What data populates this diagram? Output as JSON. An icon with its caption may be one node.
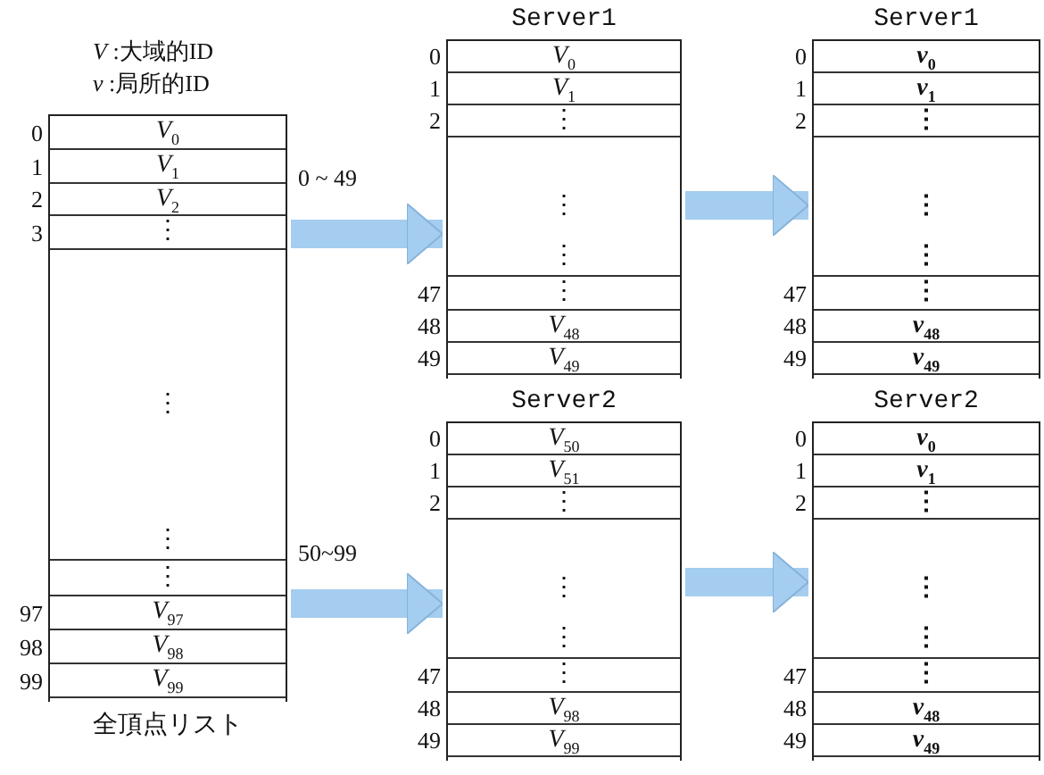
{
  "diagram": {
    "nodes": [
      {
        "text": [
          "全頂点リスト"
        ]
      },
      {
        "text": [
          "*V*$_{0}$"
        ],
        "beside": [
          "0"
        ],
        "in": 0
      },
      {
        "text": [
          "*V*$_{1}$"
        ],
        "beside": [
          "1"
        ],
        "in": 0
      },
      {
        "text": [
          "*V*$_{2}$"
        ],
        "beside": [
          "2"
        ],
        "in": 0
      },
      {
        "text": [
          "⋮"
        ],
        "beside": [
          "3"
        ],
        "in": 0
      },
      {
        "text": [
          "⋮",
          "⋮"
        ],
        "in": 0
      },
      {
        "text": [
          "⋮"
        ],
        "in": 0
      },
      {
        "text": [
          "*V*$_{97}$"
        ],
        "beside": [
          "97"
        ],
        "in": 0
      },
      {
        "text": [
          "*V*$_{98}$"
        ],
        "beside": [
          "98"
        ],
        "in": 0
      },
      {
        "text": [
          "*V*$_{99}$"
        ],
        "beside": [
          "99"
        ],
        "in": 0
      },
      {
        "text": [
          "Server1"
        ]
      },
      {
        "text": [
          "*V*$_{0}$"
        ],
        "beside": [
          "0"
        ],
        "in": 10
      },
      {
        "text": [
          "*V*$_{1}$"
        ],
        "beside": [
          "1"
        ],
        "in": 10
      },
      {
        "text": [
          "⋮"
        ],
        "beside": [
          "2"
        ],
        "in": 10
      },
      {
        "text": [
          "⋮",
          "⋮"
        ],
        "in": 10
      },
      {
        "text": [
          "⋮"
        ],
        "beside": [
          "47"
        ],
        "in": 10
      },
      {
        "text": [
          "*V*$_{48}$"
        ],
        "beside": [
          "48"
        ],
        "in": 10
      },
      {
        "text": [
          "*V*$_{49}$"
        ],
        "beside": [
          "49"
        ],
        "in": 10
      },
      {
        "text": [
          "Server2"
        ]
      },
      {
        "text": [
          "*V*$_{50}$"
        ],
        "beside": [
          "0"
        ],
        "in": 18
      },
      {
        "text": [
          "*V*$_{51}$"
        ],
        "beside": [
          "1"
        ],
        "in": 18
      },
      {
        "text": [
          "⋮"
        ],
        "beside": [
          "2"
        ],
        "in": 18
      },
      {
        "text": [
          "⋮",
          "⋮"
        ],
        "in": 18
      },
      {
        "text": [
          "⋮"
        ],
        "beside": [
          "47"
        ],
        "in": 18
      },
      {
        "text": [
          "*V*$_{98}$"
        ],
        "beside": [
          "48"
        ],
        "in": 18
      },
      {
        "text": [
          "*V*$_{99}$"
        ],
        "beside": [
          "49"
        ],
        "in": 18
      },
      {
        "text": [
          "Server1"
        ]
      },
      {
        "text": [
          "*v*$_{0}$"
        ],
        "beside": [
          "0"
        ],
        "in": 26
      },
      {
        "text": [
          "*v*$_{1}$"
        ],
        "beside": [
          "1"
        ],
        "in": 26
      },
      {
        "text": [
          "⋮"
        ],
        "beside": [
          "2"
        ],
        "in": 26
      },
      {
        "text": [
          "⋮",
          "⋮"
        ],
        "in": 26
      },
      {
        "text": [
          "⋮"
        ],
        "beside": [
          "47"
        ],
        "in": 26
      },
      {
        "text": [
          "*v*$_{48}$"
        ],
        "beside": [
          "48"
        ],
        "in": 26
      },
      {
        "text": [
          "*v*$_{49}$"
        ],
        "beside": [
          "49"
        ],
        "in": 26
      },
      {
        "text": [
          "Server2"
        ]
      },
      {
        "text": [
          "*v*$_{0}$"
        ],
        "beside": [
          "0"
        ],
        "in": 34
      },
      {
        "text": [
          "*v*$_{1}$"
        ],
        "beside": [
          "1"
        ],
        "in": 34
      },
      {
        "text": [
          "⋮"
        ],
        "beside": [
          "2"
        ],
        "in": 34
      },
      {
        "text": [
          "⋮",
          "⋮"
        ],
        "in": 34
      },
      {
        "text": [
          "⋮"
        ],
        "beside": [
          "47"
        ],
        "in": 34
      },
      {
        "text": [
          "*v*$_{48}$"
        ],
        "beside": [
          "48"
        ],
        "in": 34
      },
      {
        "text": [
          "*v*$_{49}$"
        ],
        "beside": [
          "49"
        ],
        "in": 34
      }
    ],
    "edges": [
      {
        "from": 0,
        "to": 10,
        "arrow": "to",
        "label": "0 ~ 49"
      },
      {
        "from": 0,
        "to": 18,
        "arrow": "to",
        "label": "50~99"
      },
      {
        "from": 10,
        "to": 26,
        "arrow": "to"
      },
      {
        "from": 18,
        "to": 34,
        "arrow": "to"
      }
    ],
    "labels": [
      "*V* :大域的ID",
      "*v* :局所的ID"
    ]
  }
}
